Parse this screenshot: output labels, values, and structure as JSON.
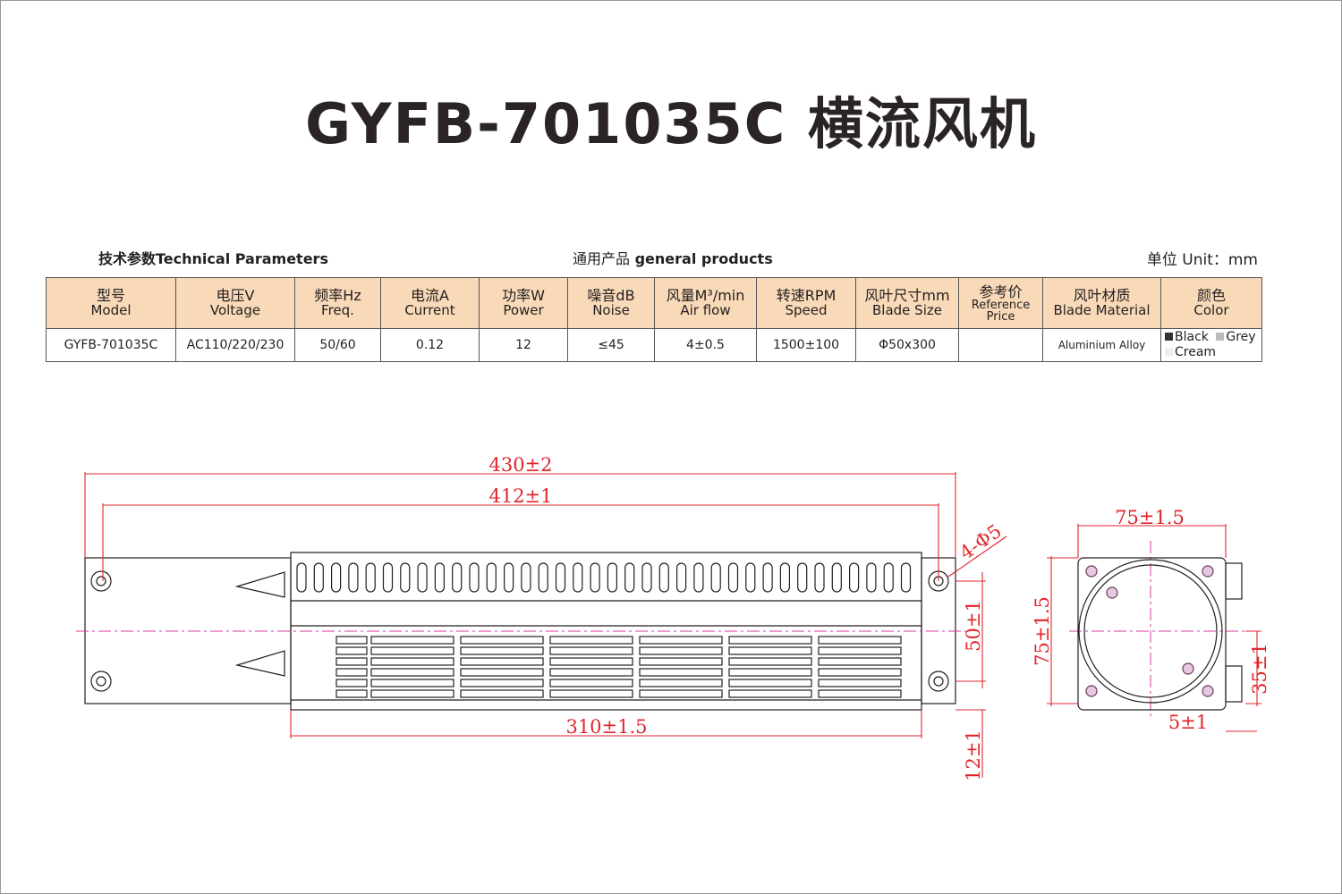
{
  "title": "GYFB-701035C 横流风机",
  "header_left_cn": "技术参数",
  "header_left_en": "Technical Parameters",
  "header_mid_cn": "通用产品",
  "header_mid_en": "general products",
  "header_unit_cn": "单位",
  "header_unit_en": "Unit：mm",
  "table": {
    "columns": [
      {
        "cn": "型号",
        "en": "Model"
      },
      {
        "cn": "电压V",
        "en": "Voltage"
      },
      {
        "cn": "频率Hz",
        "en": "Freq."
      },
      {
        "cn": "电流A",
        "en": "Current"
      },
      {
        "cn": "功率W",
        "en": "Power"
      },
      {
        "cn": "噪音dB",
        "en": "Noise"
      },
      {
        "cn": "风量M³/min",
        "en": "Air flow"
      },
      {
        "cn": "转速RPM",
        "en": "Speed"
      },
      {
        "cn": "风叶尺寸mm",
        "en": "Blade Size"
      },
      {
        "cn": "参考价",
        "en": "Reference Price"
      },
      {
        "cn": "风叶材质",
        "en": "Blade Material"
      },
      {
        "cn": "颜色",
        "en": "Color"
      }
    ],
    "row": [
      "GYFB-701035C",
      "AC110/220/230",
      "50/60",
      "0.12",
      "12",
      "≤45",
      "4±0.5",
      "1500±100",
      "Φ50x300",
      "",
      "Aluminium Alloy",
      ""
    ],
    "colors": [
      {
        "name": "Black",
        "swatch": "#333333"
      },
      {
        "name": "Grey",
        "swatch": "#bbbbbb"
      },
      {
        "name": "Cream",
        "swatch": "#f3efe6"
      }
    ]
  },
  "dimensions": {
    "overall_length": "430±2",
    "mount_spacing": "412±1",
    "body_length": "310±1.5",
    "holes": "4-Φ5",
    "hole_spacing_vertical": "50±1",
    "base_offset": "12±1",
    "side_width": "75±1.5",
    "side_height": "75±1.5",
    "side_center_height": "35±1",
    "side_margin": "5±1"
  },
  "colors": {
    "dimension_red": "#e0262c",
    "centerline_magenta": "#d33c9c",
    "header_fill": "#f8d9b8"
  }
}
